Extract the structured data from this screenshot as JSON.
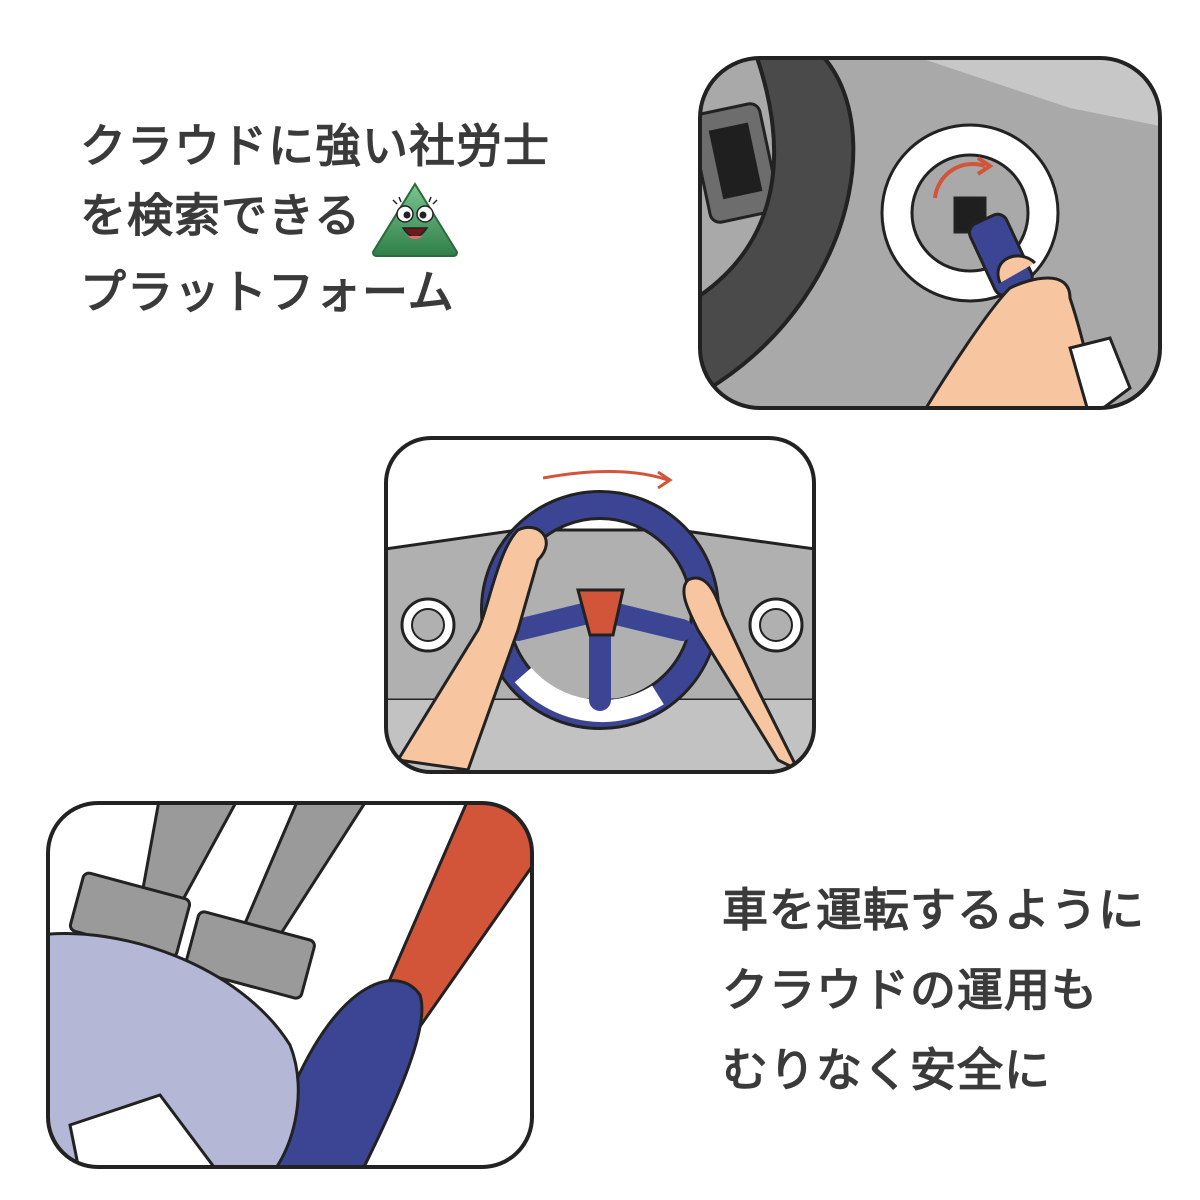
{
  "headline": {
    "lines": [
      "クラウドに強い社労士",
      "を検索できる",
      "プラットフォーム"
    ]
  },
  "caption": {
    "lines": [
      "車を運転するように",
      "クラウドの運用も",
      "むりなく安全に"
    ]
  },
  "panels": [
    {
      "scene": "ignition-key-turn"
    },
    {
      "scene": "steering-wheel"
    },
    {
      "scene": "pedal-foot"
    }
  ],
  "colors": {
    "text": "#3a3a3a",
    "outline": "#222222",
    "gray": "#b0b0b0",
    "dark_gray": "#6d6d6d",
    "navy": "#3b4594",
    "red_orange": "#d2553a",
    "skin": "#f7c6a0",
    "lavender": "#b4b7d6",
    "mascot_green": "#3f9a5b"
  }
}
